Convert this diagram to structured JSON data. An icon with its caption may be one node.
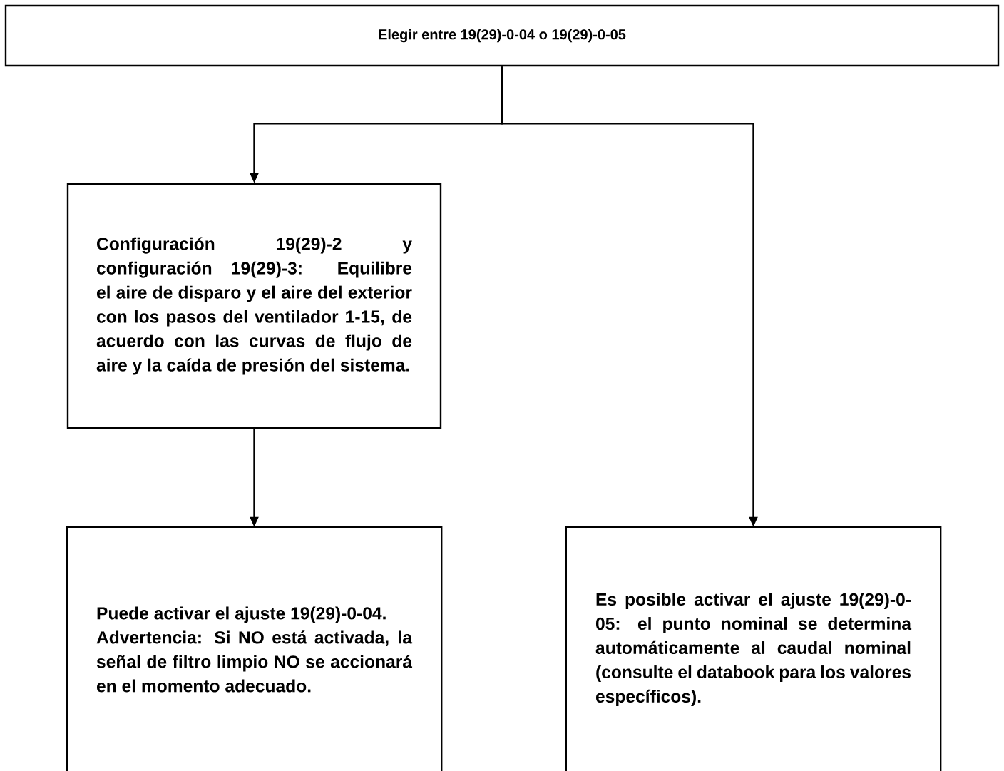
{
  "diagram": {
    "nodes": [
      {
        "text": [
          "Elegir entre 19(29)-0-04 o 19(29)-0-05"
        ]
      },
      {
        "text": [
          "Configuración 19(29)-2 y configuración 19(29)-3: Equilibre el aire de disparo y el aire del exterior con los pasos del ventilador 1-15, de acuerdo con las curvas de flujo de aire y la caída de presión del sistema."
        ]
      },
      {
        "text": [
          "Puede activar el ajuste 19(29)-0-04.",
          "Advertencia: Si NO está activada, la señal de filtro limpio NO se accionará en el momento adecuado."
        ]
      },
      {
        "text": [
          "Es posible activar el ajuste 19(29)-0-05: el punto nominal se determina automáticamente al caudal nominal (consulte el databook para los valores específicos)."
        ]
      }
    ],
    "edges": [
      {
        "from": 0,
        "to": 1,
        "arrow": "to"
      },
      {
        "from": 0,
        "to": 3,
        "arrow": "to"
      },
      {
        "from": 1,
        "to": 2,
        "arrow": "to"
      }
    ]
  }
}
